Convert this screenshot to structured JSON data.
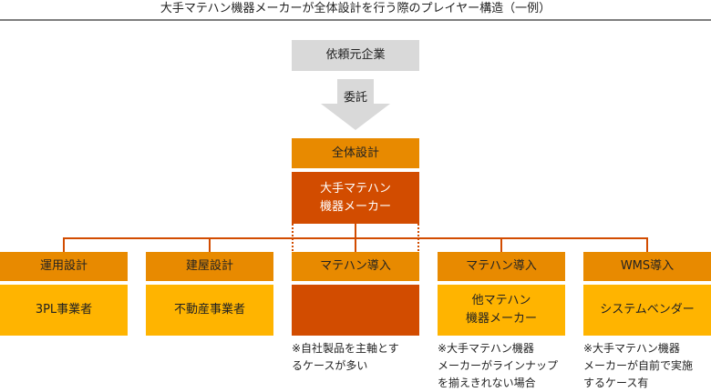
{
  "title": "大手マテハン機器メーカーが全体設計を行う際のプレイヤー構造（一例）",
  "client": "依頼元企業",
  "arrow": {
    "label": "委託",
    "icon": "down-arrow-icon"
  },
  "center": {
    "role": "全体設計",
    "player_line1": "大手マテハン",
    "player_line2": "機器メーカー"
  },
  "columns": [
    {
      "role": "運用設計",
      "player_line1": "3PL事業者",
      "player_line2": "",
      "note": []
    },
    {
      "role": "建屋設計",
      "player_line1": "不動産事業者",
      "player_line2": "",
      "note": []
    },
    {
      "role": "マテハン導入",
      "player_line1": "",
      "player_line2": "",
      "note": [
        "※自社製品を主軸とす",
        "るケースが多い"
      ]
    },
    {
      "role": "マテハン導入",
      "player_line1": "他マテハン",
      "player_line2": "機器メーカー",
      "note": [
        "※大手マテハン機器",
        "メーカーがラインナップ",
        "を揃えきれない場合"
      ]
    },
    {
      "role": "WMS導入",
      "player_line1": "システムベンダー",
      "player_line2": "",
      "note": [
        "※大手マテハン機器",
        "メーカーが自前で実施",
        "するケース有"
      ]
    }
  ],
  "colors": {
    "client_bg": "#d9d9d9",
    "role_bg": "#e88a00",
    "main_player_bg": "#d24c00",
    "player_bg": "#ffb400",
    "connector": "#d24c00"
  }
}
